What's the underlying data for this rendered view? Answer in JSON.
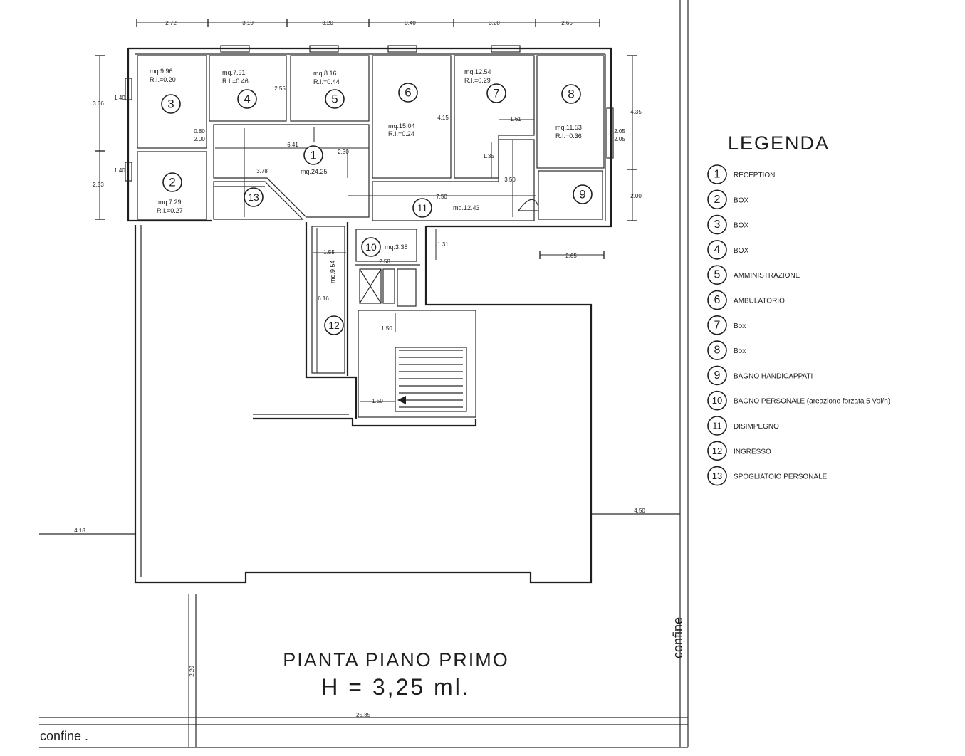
{
  "title": "PIANTA PIANO PRIMO",
  "height_label": "H = 3,25 ml.",
  "confine_bottom": "confine .",
  "confine_right": "confine",
  "legend": {
    "heading": "LEGENDA",
    "items": [
      {
        "num": "1",
        "label": "RECEPTION"
      },
      {
        "num": "2",
        "label": "BOX"
      },
      {
        "num": "3",
        "label": "BOX"
      },
      {
        "num": "4",
        "label": "BOX"
      },
      {
        "num": "5",
        "label": "AMMINISTRAZIONE"
      },
      {
        "num": "6",
        "label": "AMBULATORIO"
      },
      {
        "num": "7",
        "label": "Box"
      },
      {
        "num": "8",
        "label": "Box"
      },
      {
        "num": "9",
        "label": "BAGNO HANDICAPPATI"
      },
      {
        "num": "10",
        "label": "BAGNO PERSONALE (areazione forzata 5 Vol/h)"
      },
      {
        "num": "11",
        "label": "DISIMPEGNO"
      },
      {
        "num": "12",
        "label": "INGRESSO"
      },
      {
        "num": "13",
        "label": "SPOGLIATOIO PERSONALE"
      }
    ]
  },
  "rooms": {
    "r1": {
      "num": "1",
      "area": "mq.24.25"
    },
    "r2": {
      "num": "2",
      "area": "mq.7.29",
      "ri": "R.I.=0.27"
    },
    "r3": {
      "num": "3",
      "area": "mq.9.96",
      "ri": "R.I.=0.20"
    },
    "r4": {
      "num": "4",
      "area": "mq.7.91",
      "ri": "R.I.=0.46"
    },
    "r5": {
      "num": "5",
      "area": "mq.8.16",
      "ri": "R.I.=0.44"
    },
    "r6": {
      "num": "6",
      "area": "mq.15.04",
      "ri": "R.I.=0.24"
    },
    "r7": {
      "num": "7",
      "area": "mq.12.54",
      "ri": "R.I.=0.29"
    },
    "r8": {
      "num": "8",
      "area": "mq.11.53",
      "ri": "R.I.=0.36"
    },
    "r9": {
      "num": "9"
    },
    "r10": {
      "num": "10",
      "area": "mq.3.38"
    },
    "r11": {
      "num": "11",
      "area": "mq.12.43"
    },
    "r12": {
      "num": "12",
      "area": "mq.9.54"
    },
    "r13": {
      "num": "13"
    }
  },
  "dims": {
    "top": [
      "2.72",
      "3.10",
      "3.20",
      "3.40",
      "3.20",
      "2.65"
    ],
    "left_3": "3.66",
    "left_2": "2.53",
    "right_8": "4.35",
    "right_9": "2.00",
    "d_641": "6.41",
    "d_750": "7.50",
    "d_161": "1.61",
    "d_155": "1.55",
    "d_616": "6.16",
    "d_258": "2.58",
    "d_131": "1.31",
    "d_265": "2.65",
    "d_150a": "1.50",
    "d_150b": "1.50",
    "d_230": "2.30",
    "d_255": "2.55",
    "d_315": "4.15",
    "d_135": "1.35",
    "d_350": "3.50",
    "d_378": "3.78",
    "d_418": "4.18",
    "d_450": "4.50",
    "d_2535": "25.35",
    "d_220": "2.20",
    "win_a": "1.40",
    "win_b": "1.40",
    "door_a": "0.80",
    "door_b": "2.00",
    "win_r1": "2.05",
    "win_r2": "2.05"
  }
}
